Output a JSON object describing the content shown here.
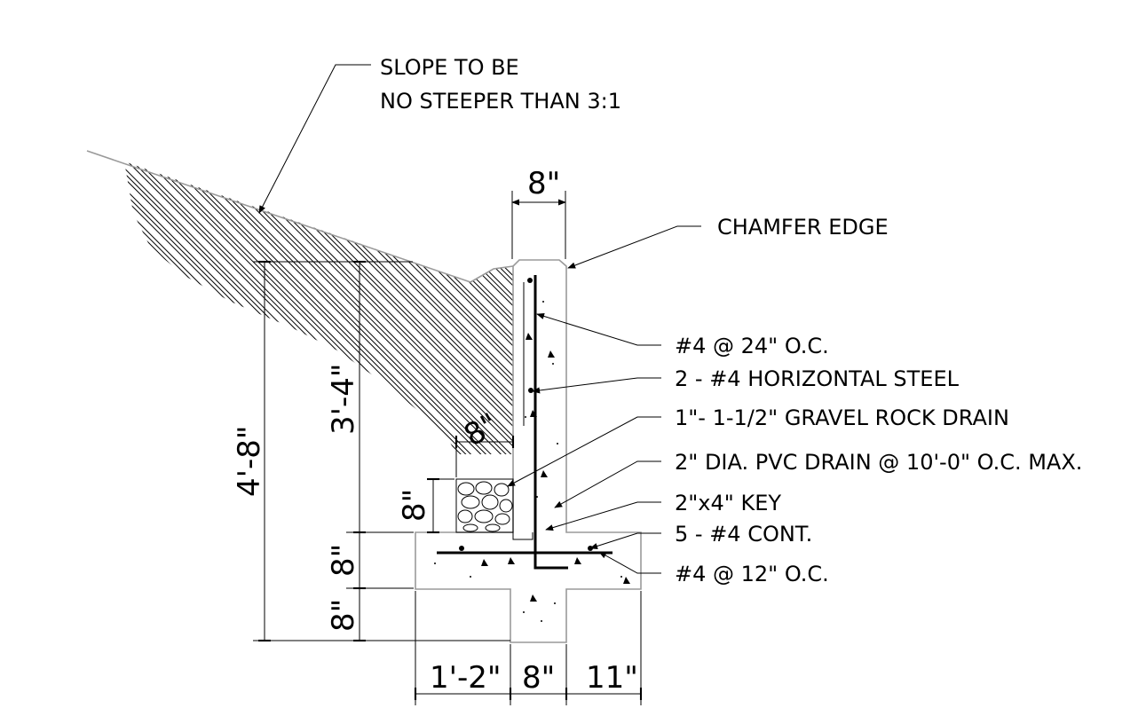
{
  "notes": {
    "slope_line1": "SLOPE TO BE",
    "slope_line2": "NO STEEPER THAN 3:1",
    "chamfer": "CHAMFER EDGE",
    "vert_rebar": "#4 @ 24\" O.C.",
    "horiz_steel": "2 - #4 HORIZONTAL STEEL",
    "gravel": "1\"- 1-1/2\" GRAVEL ROCK DRAIN",
    "pvc": "2\" DIA. PVC DRAIN @ 10'-0\" O.C. MAX.",
    "key": "2\"x4\" KEY",
    "cont": "5 - #4 CONT.",
    "footing_rebar": "#4 @ 12\" O.C."
  },
  "dimensions": {
    "wall_width_top": "8\"",
    "gravel_width": "8\"",
    "gravel_height": "8\"",
    "total_height": "4'-8\"",
    "wall_height": "3'-4\"",
    "footing_thickness": "8\"",
    "key_depth": "8\"",
    "heel": "1'-2\"",
    "stem": "8\"",
    "toe": "11\""
  },
  "colors": {
    "ink": "#000000",
    "concrete_outline": "#9a9a9a"
  }
}
